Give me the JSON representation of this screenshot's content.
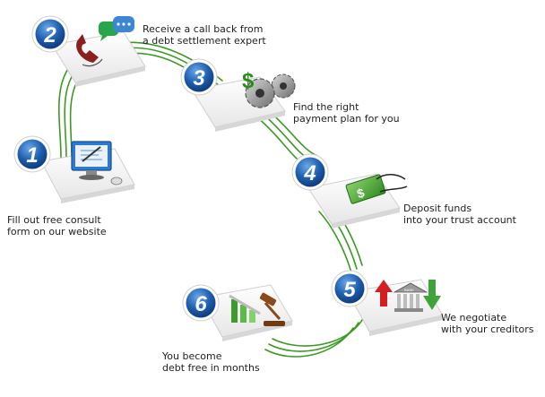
{
  "steps": [
    {
      "number": "1",
      "line1": "Fill out free consult",
      "line2": "form on our website",
      "icon": "computer-form-icon"
    },
    {
      "number": "2",
      "line1": "Receive a call back from",
      "line2": "a debt settlement expert",
      "icon": "phone-chat-icon"
    },
    {
      "number": "3",
      "line1": "Find the right",
      "line2": "payment plan for you",
      "icon": "dollar-gears-icon"
    },
    {
      "number": "4",
      "line1": "Deposit funds",
      "line2": "into your trust account",
      "icon": "cash-deposit-icon"
    },
    {
      "number": "5",
      "line1": "We negotiate",
      "line2": "with your creditors",
      "icon": "bank-arrows-icon"
    },
    {
      "number": "6",
      "line1": "You become",
      "line2": "debt free in months",
      "icon": "chart-gavel-icon"
    }
  ],
  "bank_sign": "BANK",
  "colors": {
    "badge_blue": "#1e5fa8",
    "path_green": "#2f8a1e",
    "money_green": "#3d9a2f",
    "arrow_red": "#d21f1f"
  }
}
